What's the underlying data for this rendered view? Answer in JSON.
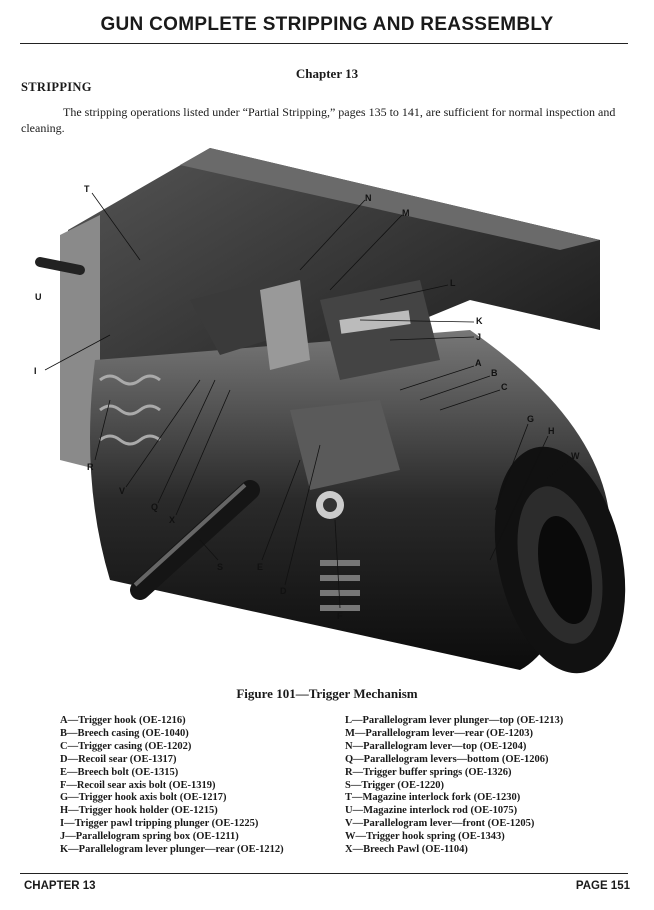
{
  "header": {
    "title": "GUN COMPLETE STRIPPING AND REASSEMBLY"
  },
  "chapter_heading": "Chapter 13",
  "section_heading": "STRIPPING",
  "paragraph": "The stripping operations listed under “Partial Stripping,” pages 135 to 141, are sufficient for normal inspection and cleaning.",
  "figure": {
    "caption": "Figure 101—Trigger Mechanism",
    "callouts": [
      "T",
      "N",
      "M",
      "L",
      "K",
      "J",
      "U",
      "I",
      "A",
      "B",
      "C",
      "G",
      "H",
      "W",
      "R",
      "V",
      "Q",
      "X",
      "S",
      "E",
      "D",
      "F"
    ]
  },
  "legend": {
    "left": [
      "A—Trigger hook (OE-1216)",
      "B—Breech casing (OE-1040)",
      "C—Trigger casing (OE-1202)",
      "D—Recoil sear (OE-1317)",
      "E—Breech bolt (OE-1315)",
      "F—Recoil sear axis bolt (OE-1319)",
      "G—Trigger hook axis bolt (OE-1217)",
      "H—Trigger hook holder (OE-1215)",
      "I—Trigger pawl tripping plunger (OE-1225)",
      "J—Parallelogram spring box (OE-1211)",
      "K—Parallelogram lever plunger—rear (OE-1212)"
    ],
    "right": [
      "L—Parallelogram lever plunger—top (OE-1213)",
      "M—Parallelogram lever—rear (OE-1203)",
      "N—Parallelogram lever—top (OE-1204)",
      "Q—Parallelogram levers—bottom (OE-1206)",
      "R—Trigger buffer springs (OE-1326)",
      "S—Trigger (OE-1220)",
      "T—Magazine interlock fork (OE-1230)",
      "U—Magazine interlock rod (OE-1075)",
      "V—Parallelogram lever—front (OE-1205)",
      "W—Trigger hook spring (OE-1343)",
      "X—Breech Pawl (OE-1104)"
    ]
  },
  "footer": {
    "left": "CHAPTER 13",
    "right": "PAGE 151"
  }
}
